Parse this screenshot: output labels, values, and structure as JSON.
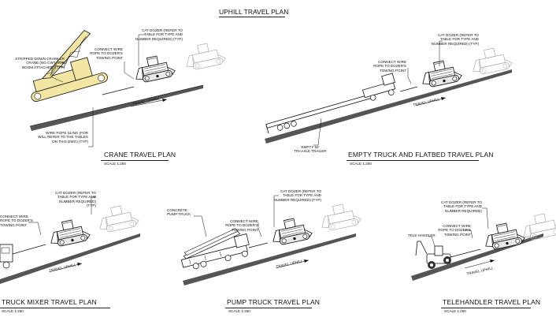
{
  "sheet_title": "UPHILL TRAVEL PLAN",
  "common": {
    "dozer_note": "CAT DOZER (REFER TO\nTABLE FOR TYPE AND\nNUMBER REQUIRED) (TYP)",
    "rope_note": "CONNECT WIRE\nROPE TO DOZER'S\nTOWING POINT",
    "travel_uphill": "TRAVEL UPHILL",
    "scale": "SCALE 1:250"
  },
  "plans": {
    "crane": {
      "title": "CRANE TRAVEL PLAN",
      "crane_note": "STRIPPED DOWN CRAWLER\nCRANE (NO CWT NOR\nBOOM ATTACHED) (TYP)",
      "sling_note": "WIRE ROPE SLING (FOR\nWILL REFER TO THE TABLES\nON THIS DWG) (TYP)"
    },
    "flatbed": {
      "title": "EMPTY TRUCK AND FLATBED TRAVEL PLAN",
      "trailer_note": "EMPTY 53'\nTRI-AXLE TRAILER"
    },
    "mixer": {
      "title": "TRUCK MIXER TRAVEL PLAN",
      "rope_note_partial": "CONNECT WIRE\nROPE TO DOZER'S\nTOWING POINT"
    },
    "pump": {
      "title": "PUMP TRUCK TRAVEL PLAN",
      "pump_note": "CONCRETE\nPUMP TRUCK"
    },
    "telehandler": {
      "title": "TELEHANDLER TRAVEL PLAN",
      "handler_note": "TELE HANDLER",
      "dozer_note": "CAT DOZER (REFER TO\nTABLE FOR TYPE AND\nNUMBER REQUIRED)"
    }
  },
  "colors": {
    "crane_fill": "#f3e6a2",
    "ink": "#111111",
    "ghost": "#b8b8b8"
  }
}
